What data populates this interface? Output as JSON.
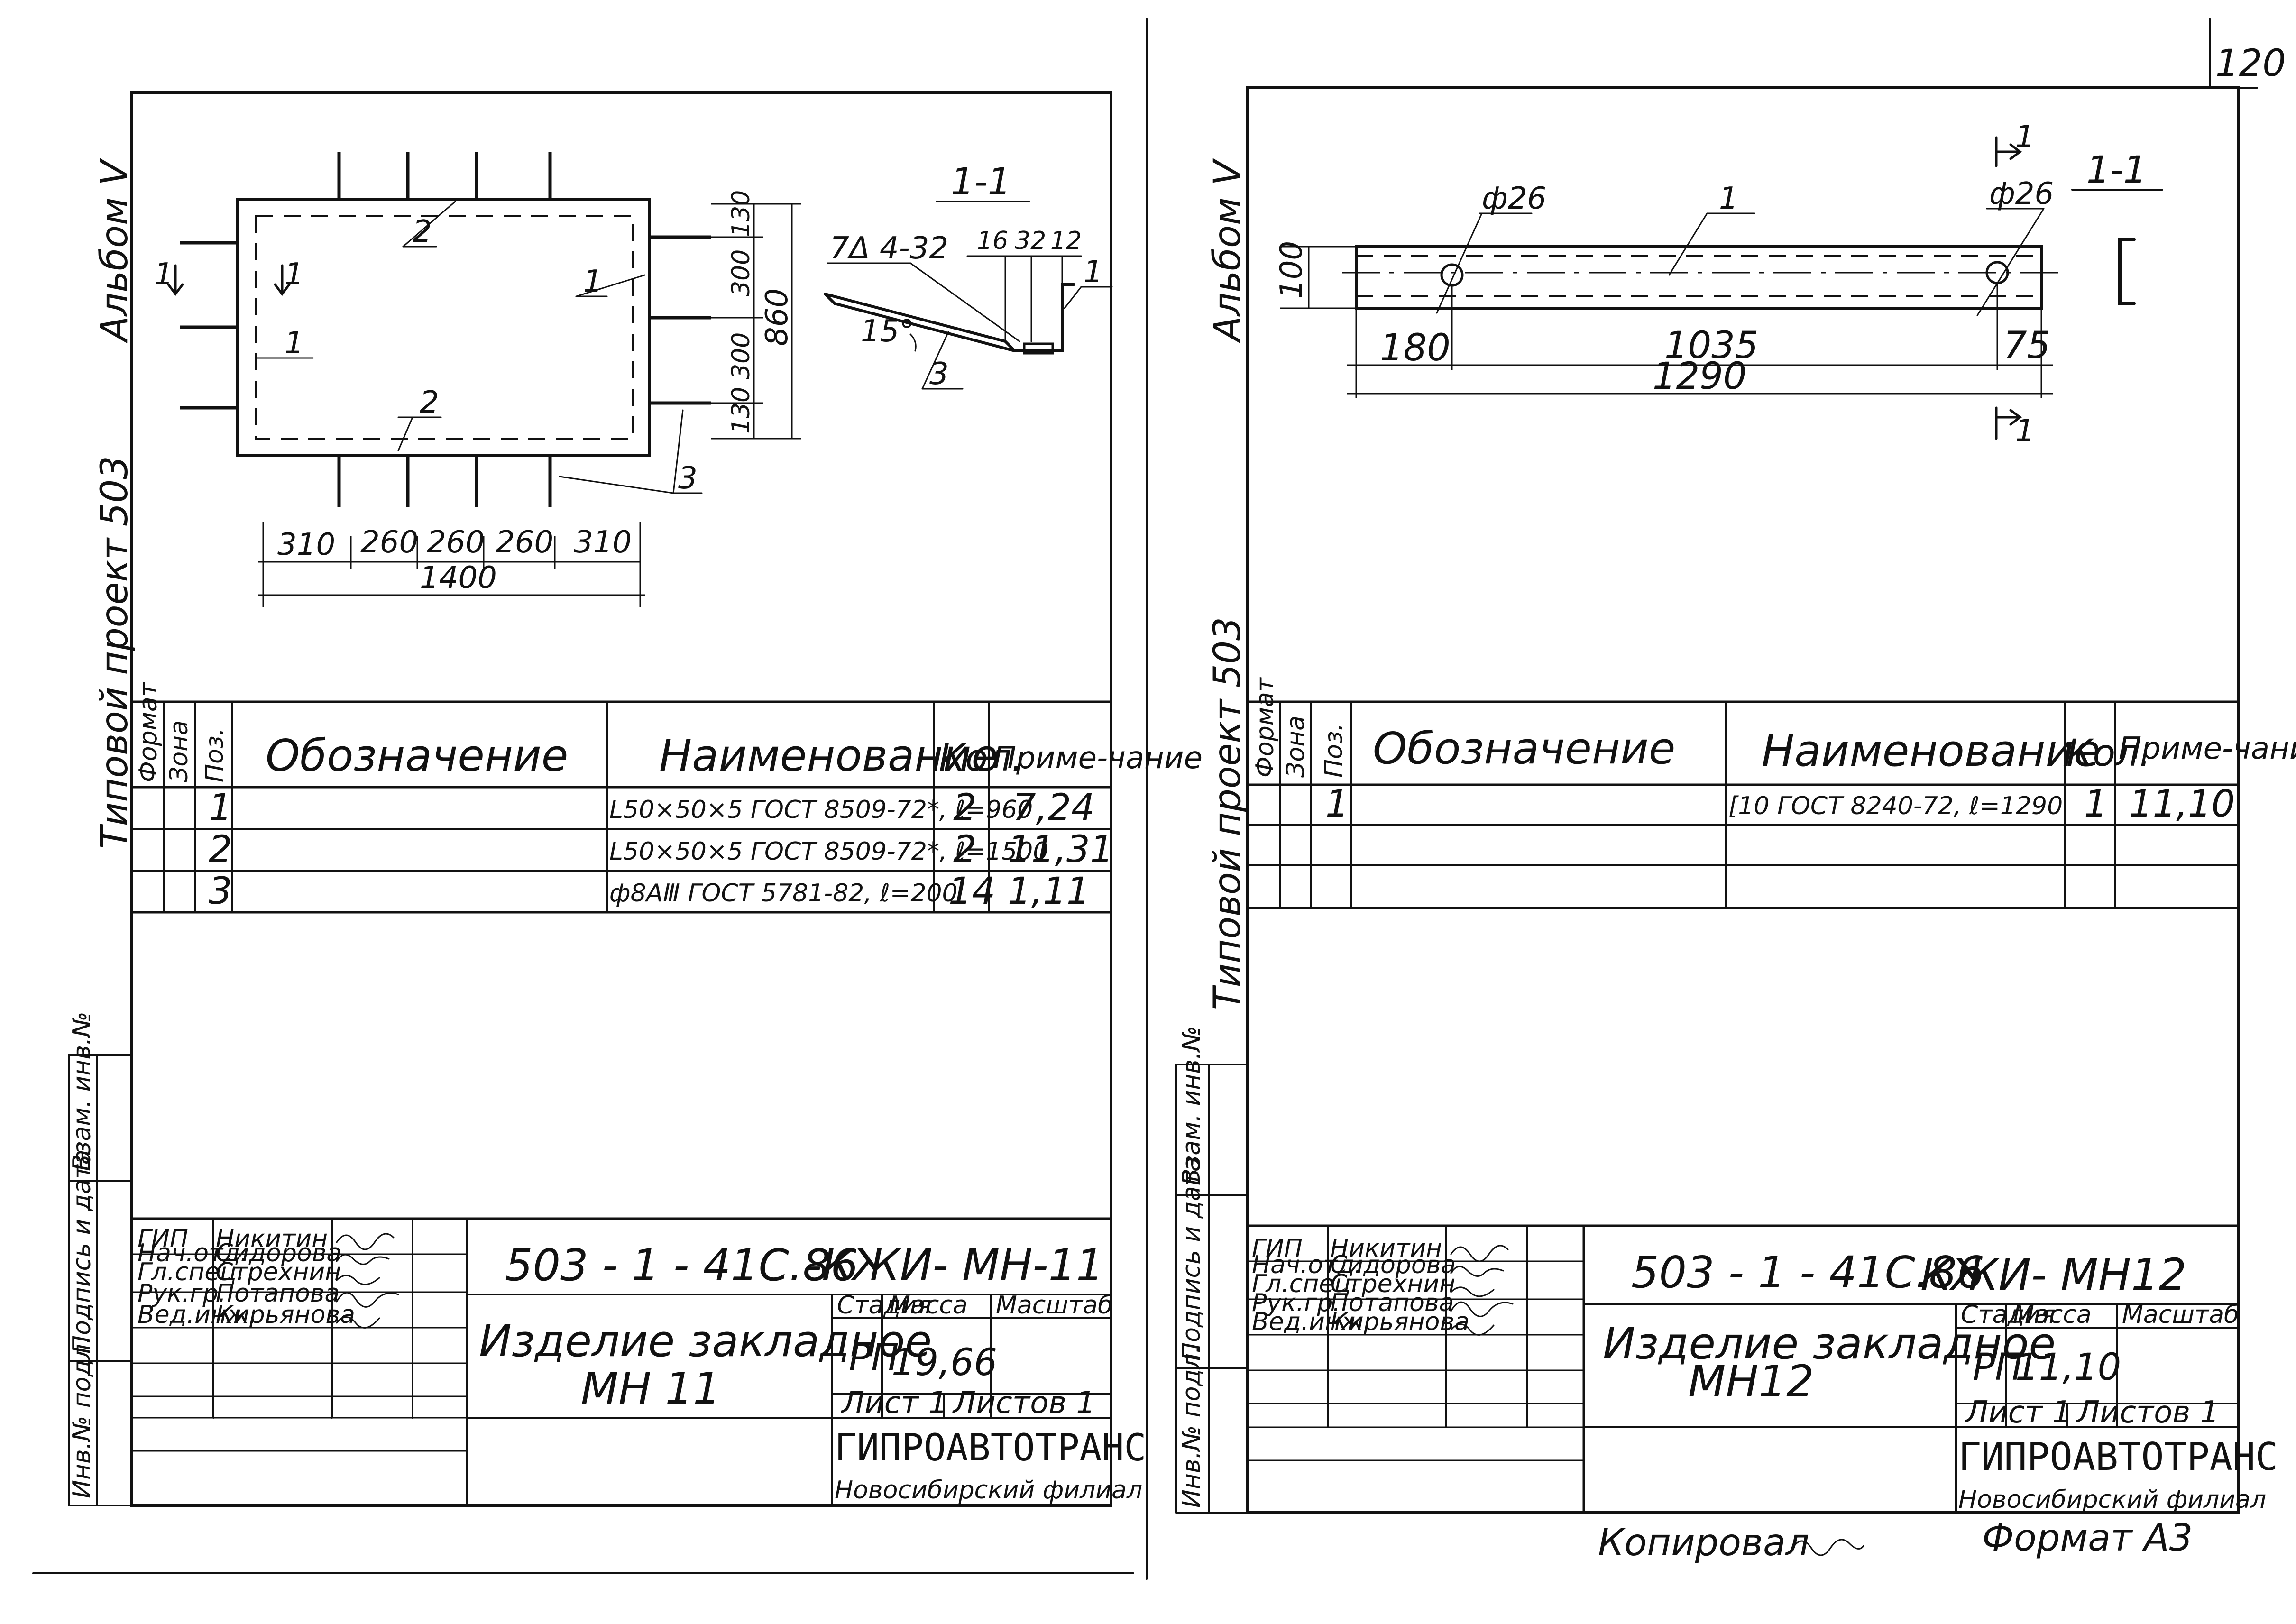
{
  "page_number": "120",
  "sheet_format": "Формат А3",
  "copied_by": "Копировал",
  "left": {
    "album": "Альбом V",
    "project": "Типовой проект 503",
    "section_title": "1-1",
    "annot_weld": "7Δ 4-32",
    "annot_angle": "15°",
    "annot_16": "16",
    "annot_32": "32",
    "annot_12": "12",
    "cut_mark_1": "1",
    "cut_mark_2": "1",
    "callout_1a": "1",
    "callout_1b": "1",
    "callout_2a": "2",
    "callout_2b": "2",
    "callout_3a": "3",
    "callout_3b": "3",
    "callout_1c": "1",
    "dims_bottom": [
      "310",
      "260",
      "260",
      "260",
      "310"
    ],
    "dim_total": "1400",
    "dims_right": [
      "130",
      "300",
      "300",
      "130"
    ],
    "dim_right_total": "860",
    "spec_headers": {
      "format": "Формат",
      "zone": "Зона",
      "pos": "Поз.",
      "designation": "Обозначение",
      "name": "Наименование",
      "qty": "Кол.",
      "note": "Приме-чание"
    },
    "spec_rows": [
      {
        "pos": "1",
        "name": "L50×50×5 ГОСТ 8509-72*, ℓ=960",
        "qty": "2",
        "note": "7,24"
      },
      {
        "pos": "2",
        "name": "L50×50×5 ГОСТ 8509-72*, ℓ=1500",
        "qty": "2",
        "note": "11,31"
      },
      {
        "pos": "3",
        "name": "ф8АⅢ ГОСТ 5781-82, ℓ=200",
        "qty": "14",
        "note": "1,11"
      }
    ],
    "side_labels": {
      "inv": "Инв.№ подл.",
      "sign": "Подпись и дата",
      "repl": "Взам. инв.№"
    },
    "stamp": {
      "code": "503 - 1 - 41С.86",
      "doc": "-КЖИ- МН-11",
      "roles": [
        "ГИП",
        "Нач.отд.",
        "Гл.спец.",
        "Рук.гр.",
        "Вед.инж."
      ],
      "names": [
        "Никитин",
        "Сидорова",
        "Стрехнин",
        "Потапова",
        "Кирьянова"
      ],
      "title_line1": "Изделие закладное",
      "title_line2": "МН 11",
      "h_stage": "Стадия",
      "h_mass": "Масса",
      "h_scale": "Масштаб",
      "stage": "РП",
      "mass": "19,66",
      "sheet": "Лист 1",
      "sheets": "Листов 1",
      "org": "ГИПРОАВТОТРАНС",
      "branch": "Новосибирский филиал"
    }
  },
  "right": {
    "album": "Альбом V",
    "project": "Типовой проект 503",
    "section_title": "1-1",
    "hole_left": "ф26",
    "hole_right": "ф26",
    "callout_1": "1",
    "cut_mark_top": "1",
    "cut_mark_bottom": "1",
    "dim_height": "100",
    "dim_180": "180",
    "dim_1035": "1035",
    "dim_75": "75",
    "dim_total": "1290",
    "spec_headers": {
      "format": "Формат",
      "zone": "Зона",
      "pos": "Поз.",
      "designation": "Обозначение",
      "name": "Наименование",
      "qty": "Кол.",
      "note": "Приме-чание"
    },
    "spec_rows": [
      {
        "pos": "1",
        "name": "[10 ГОСТ 8240-72, ℓ=1290",
        "qty": "1",
        "note": "11,10"
      }
    ],
    "side_labels": {
      "inv": "Инв.№ подл.",
      "sign": "Подпись и дата",
      "repl": "Взам. инв.№"
    },
    "stamp": {
      "code": "503 - 1 - 41С.86",
      "doc": "КЖИ- МН12",
      "roles": [
        "ГИП",
        "Нач.отд.",
        "Гл.спец.",
        "Рук.гр.",
        "Вед.инж."
      ],
      "names": [
        "Никитин",
        "Сидорова",
        "Стрехнин",
        "Потапова",
        "Кирьянова"
      ],
      "title_line1": "Изделие закладное",
      "title_line2": "МН12",
      "h_stage": "Стадия",
      "h_mass": "Масса",
      "h_scale": "Масштаб",
      "stage": "РП",
      "mass": "11,10",
      "sheet": "Лист 1",
      "sheets": "Листов 1",
      "org": "ГИПРОАВТОТРАНС",
      "branch": "Новосибирский филиал"
    }
  }
}
